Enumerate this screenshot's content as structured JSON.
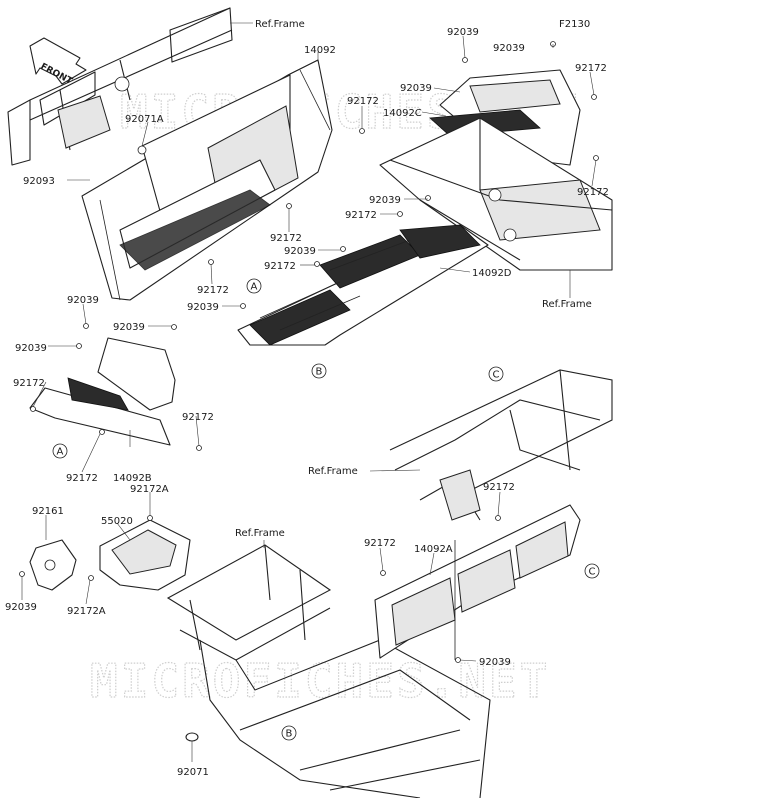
{
  "watermark": "MICROFICHES.NET",
  "front_arrow": "FRONT",
  "callouts": {
    "ref_frame_1": "Ref.Frame",
    "p14092": "14092",
    "p92172_a": "92172",
    "p92071a": "92071A",
    "p92093": "92093",
    "p92172_b": "92172",
    "p92172_c": "92172",
    "p92039_top1": "92039",
    "p92039_top2": "92039",
    "p92039_top3": "92039",
    "f2130": "F2130",
    "p92172_d": "92172",
    "p14092c": "14092C",
    "p92172_e": "92172",
    "p92039_m1": "92039",
    "p92172_f": "92172",
    "p92039_m2": "92039",
    "p92172_g": "92172",
    "p14092d": "14092D",
    "ref_frame_2": "Ref.Frame",
    "p92039_m3": "92039",
    "p92039_l1": "92039",
    "p92039_l2": "92039",
    "p92039_l3": "92039",
    "p92172_l1": "92172",
    "p92172_l2": "92172",
    "p92172_l3": "92172",
    "p14092b": "14092B",
    "p92172a_1": "92172A",
    "p92161": "92161",
    "p55020": "55020",
    "p92039_bl": "92039",
    "p92172a_2": "92172A",
    "ref_frame_3": "Ref.Frame",
    "ref_frame_4": "Ref.Frame",
    "p92172_r1": "92172",
    "p92172_r2": "92172",
    "p14092a": "14092A",
    "p92039_r": "92039",
    "p92071": "92071",
    "circle_a1": "A",
    "circle_a2": "A",
    "circle_b1": "B",
    "circle_b2": "B",
    "circle_c1": "C",
    "circle_c2": "C"
  }
}
